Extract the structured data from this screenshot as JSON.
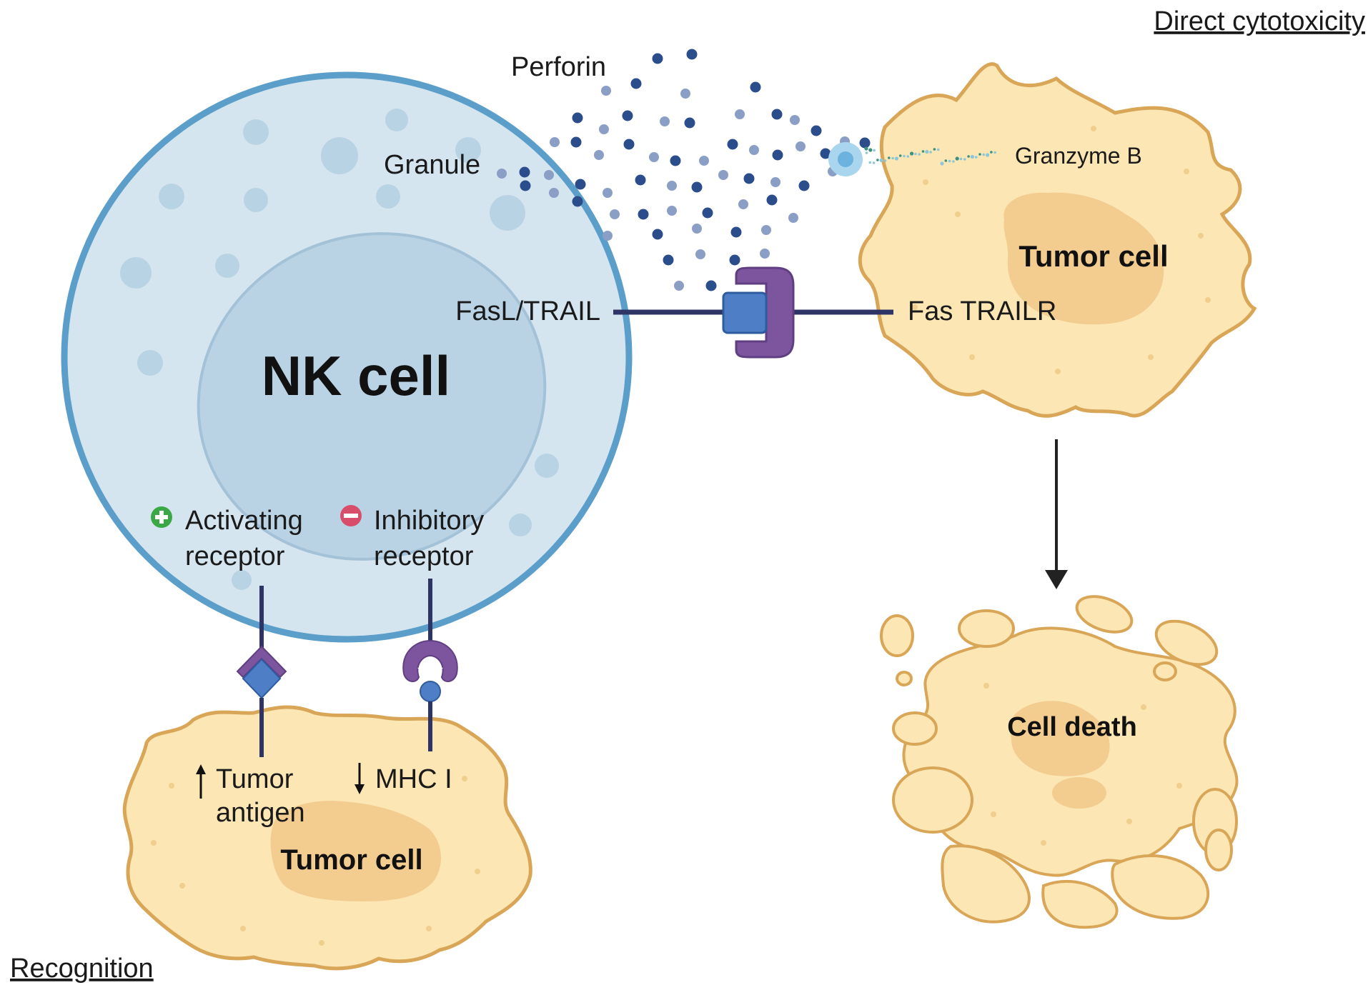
{
  "diagram": {
    "headers": {
      "direct_cytotoxicity": "Direct cytotoxicity",
      "recognition": "Recognition"
    },
    "nk_cell": {
      "label": "NK cell",
      "granule": "Granule",
      "perforin": "Perforin",
      "fasl_trail": "FasL/TRAIL",
      "activating": "Activating",
      "activating_receptor": "receptor",
      "inhibitory": "Inhibitory",
      "inhibitory_receptor": "receptor"
    },
    "target_tumor_cell": {
      "label": "Tumor cell",
      "granzyme": "Granzyme B",
      "fas_trailr": "Fas TRAILR"
    },
    "recognized_tumor_cell": {
      "label": "Tumor cell",
      "tumor": "Tumor",
      "antigen": "antigen",
      "mhc": "MHC I"
    },
    "dead_cell": {
      "label": "Cell death"
    },
    "colors": {
      "nk_membrane": "#5a9ec9",
      "nk_fill": "#d5e5ef",
      "nucleus": "#bad3e4",
      "tumor_fill": "#fbe6b4",
      "tumor_outline": "#d9a657",
      "tumor_nucleus": "#f3cc90",
      "receptor_purple": "#7d559f",
      "ligand_blue": "#4e7ec6",
      "perforin_dark": "#2b4d8c",
      "perforin_light": "#8a9ec6",
      "activating_green": "#39a845",
      "inhibitory_red": "#d84d6a"
    }
  }
}
